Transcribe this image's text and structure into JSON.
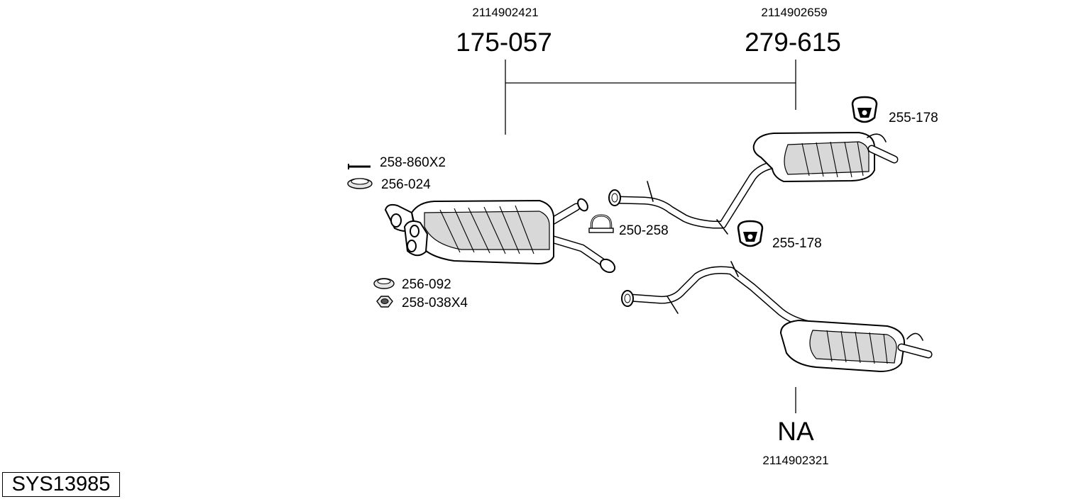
{
  "diagram_id": "SYS13985",
  "groups": [
    {
      "part_number": "175-057",
      "oem_number": "2114902421"
    },
    {
      "part_number": "279-615",
      "oem_number": "2114902659"
    },
    {
      "part_number": "NA",
      "oem_number": "2114902321"
    }
  ],
  "accessories": [
    {
      "label": "258-860X2",
      "icon": "bolt-icon"
    },
    {
      "label": "256-024",
      "icon": "gasket-ring-icon"
    },
    {
      "label": "256-092",
      "icon": "gasket-ring-icon"
    },
    {
      "label": "258-038X4",
      "icon": "nut-icon"
    },
    {
      "label": "250-258",
      "icon": "pipe-clamp-icon"
    },
    {
      "label": "255-178",
      "icon": "rubber-hanger-icon"
    },
    {
      "label": "255-178",
      "icon": "rubber-hanger-icon"
    }
  ]
}
